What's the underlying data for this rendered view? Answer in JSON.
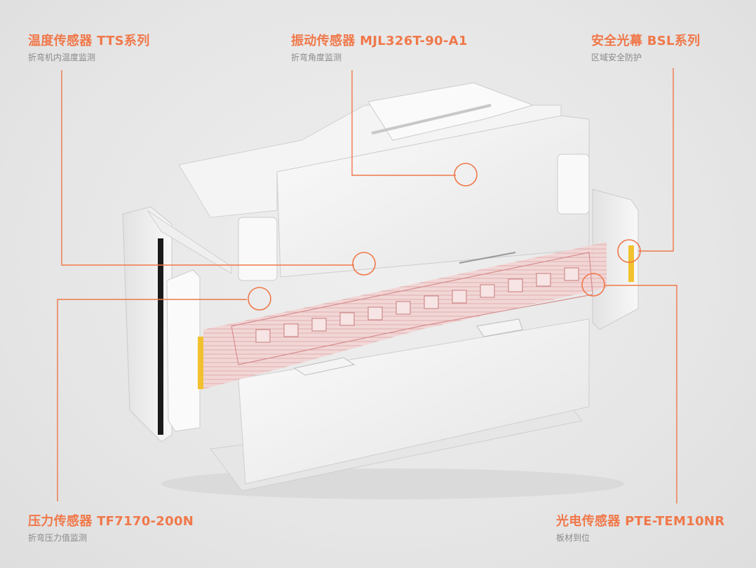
{
  "colors": {
    "accent": "#f0784a",
    "subtitle": "#8a8a8a",
    "machine": "#f7f7f7",
    "machine_shadow": "#d9d9d9",
    "light_curtain": "#e8a9a9",
    "warning_yellow": "#f2c12e"
  },
  "callouts": {
    "temperature": {
      "title": "温度传感器 TTS系列",
      "subtitle": "折弯机内温度监测"
    },
    "vibration": {
      "title": "振动传感器  MJL326T-90-A1",
      "subtitle": "折弯角度监测"
    },
    "safety": {
      "title": "安全光幕 BSL系列",
      "subtitle": "区域安全防护"
    },
    "pressure": {
      "title": "压力传感器 TF7170-200N",
      "subtitle": "折弯压力值监测"
    },
    "photo": {
      "title": "光电传感器 PTE-TEM10NR",
      "subtitle": "板材到位"
    }
  },
  "illustration": {
    "subject": "press-brake-machine",
    "icon": "press-brake-illustration"
  }
}
